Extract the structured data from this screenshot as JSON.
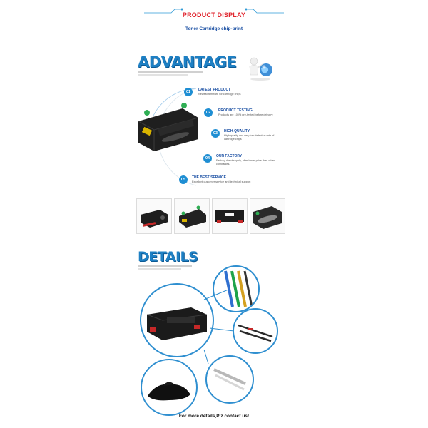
{
  "header": {
    "title": "PRODUCT DISPLAY",
    "subtitle": "Toner  Cartridge chip-print"
  },
  "advantage": {
    "heading": "ADVANTAGE",
    "items": [
      {
        "num": "01",
        "title": "LATEST PRODUCT",
        "desc": "Newest firmware for cartridge chips"
      },
      {
        "num": "02",
        "title": "PRODUCT TESTING",
        "desc": "Products are 100% pre-tested before delivery."
      },
      {
        "num": "03",
        "title": "HIGH-QUALITY",
        "desc": "High quality and very low defective rate of cartridge chips"
      },
      {
        "num": "04",
        "title": "OUR FACTORY",
        "desc": "Factory direct supply, offer lower price than other companies."
      },
      {
        "num": "05",
        "title": "THE BEST SERVICE",
        "desc": "Excellent customer service and technical support"
      }
    ]
  },
  "details": {
    "heading": "DETAILS"
  },
  "footer": {
    "text": "For more  details,Plz contact us!"
  },
  "colors": {
    "accent_blue": "#1e80c4",
    "title_red": "#e0262f"
  }
}
